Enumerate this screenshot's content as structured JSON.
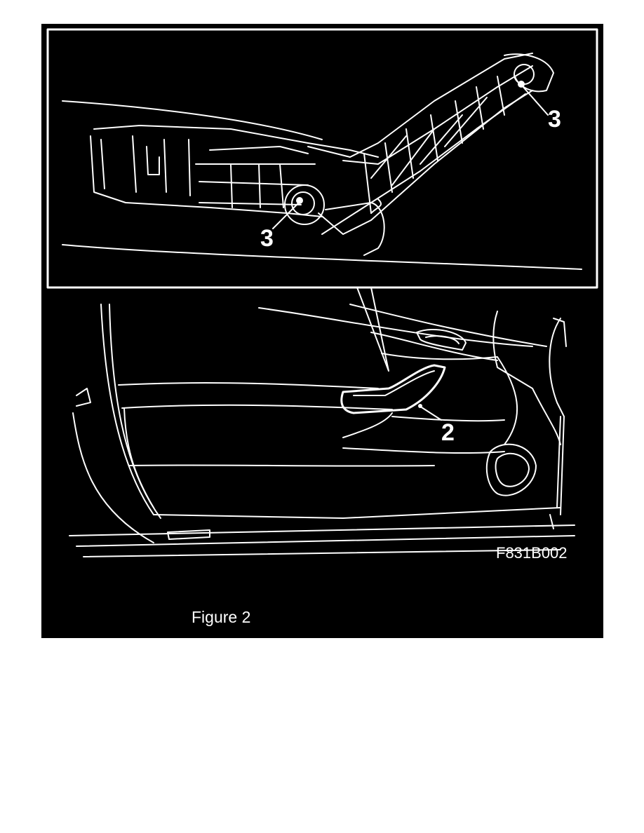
{
  "figure": {
    "caption": "Figure 2",
    "code": "F831B002",
    "callouts": {
      "clip_upper": "3",
      "clip_lower": "3",
      "armrest": "2"
    },
    "colors": {
      "background": "#000000",
      "line": "#ffffff",
      "page": "#ffffff"
    }
  }
}
